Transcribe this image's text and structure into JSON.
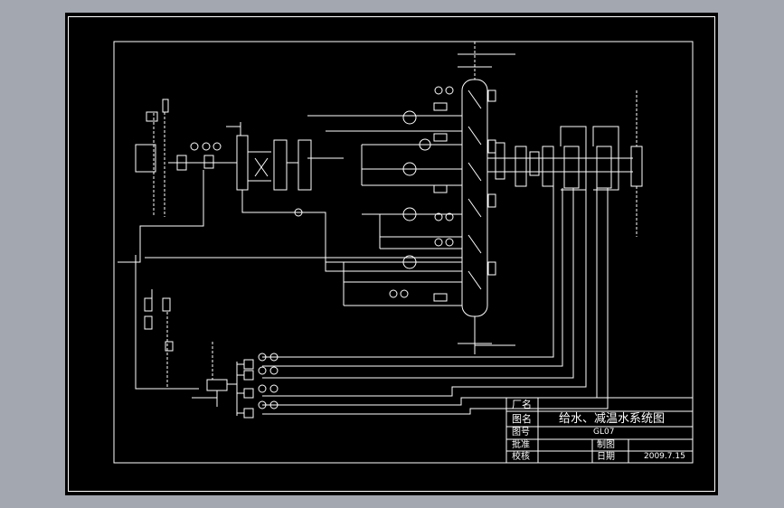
{
  "title_block": {
    "factory_label": "厂名",
    "drawing_name_label": "图名",
    "drawing_title": "给水、减温水系统图",
    "drawing_no_label": "图号",
    "drawing_no": "GL07",
    "approve_label": "批准",
    "drawn_label": "制图",
    "check_label": "校核",
    "date_label": "日期",
    "date": "2009.7.15"
  },
  "colors": {
    "frame_bg": "#a3a8b0",
    "paper": "#000000",
    "line": "#ffffff"
  }
}
